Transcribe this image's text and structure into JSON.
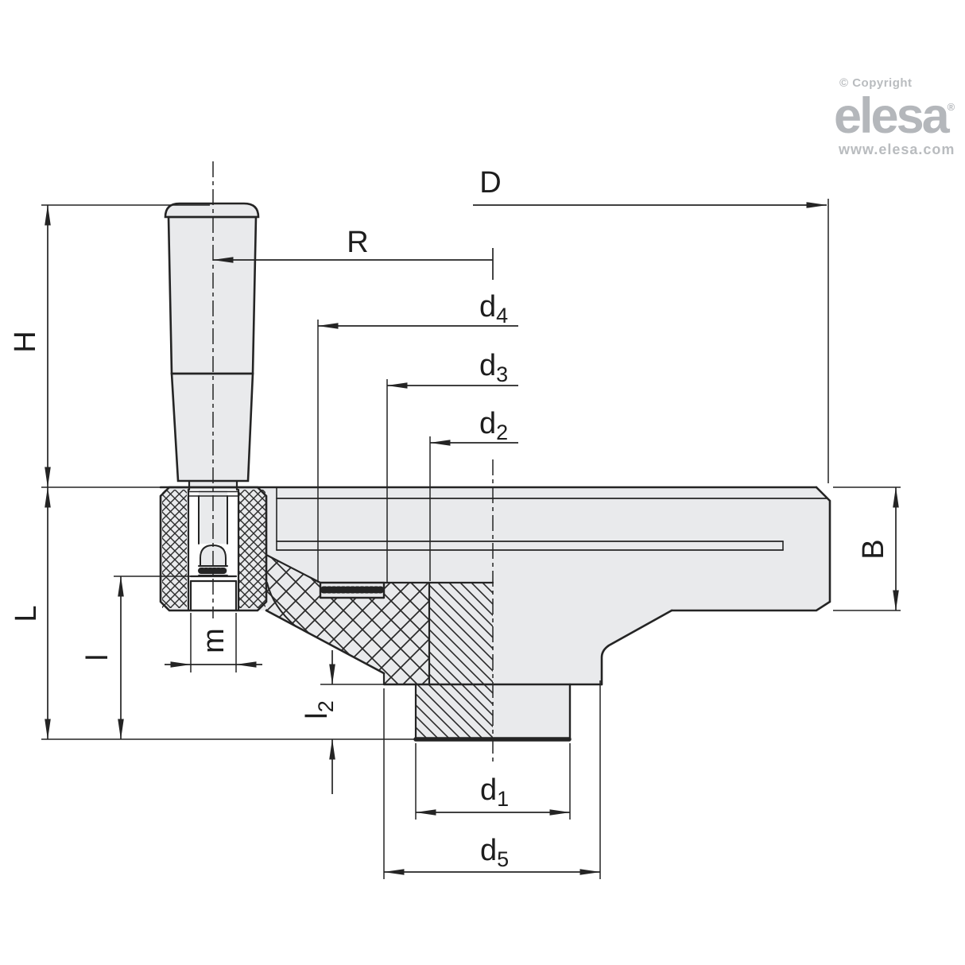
{
  "watermark": {
    "copyright": "© Copyright",
    "brand": "elesa",
    "registered": "®",
    "website": "www.elesa.com"
  },
  "labels": {
    "D": "D",
    "R": "R",
    "H": "H",
    "L": "L",
    "B": "B",
    "l": "l",
    "m": "m",
    "d1": {
      "base": "d",
      "sub": "1"
    },
    "d2": {
      "base": "d",
      "sub": "2"
    },
    "d3": {
      "base": "d",
      "sub": "3"
    },
    "d4": {
      "base": "d",
      "sub": "4"
    },
    "d5": {
      "base": "d",
      "sub": "5"
    },
    "l2": {
      "base": "l",
      "sub": "2"
    }
  },
  "colors": {
    "line": "#242424",
    "part_fill": "#e9eaec",
    "watermark_gray": "#b6b9bd",
    "background": "#ffffff"
  }
}
